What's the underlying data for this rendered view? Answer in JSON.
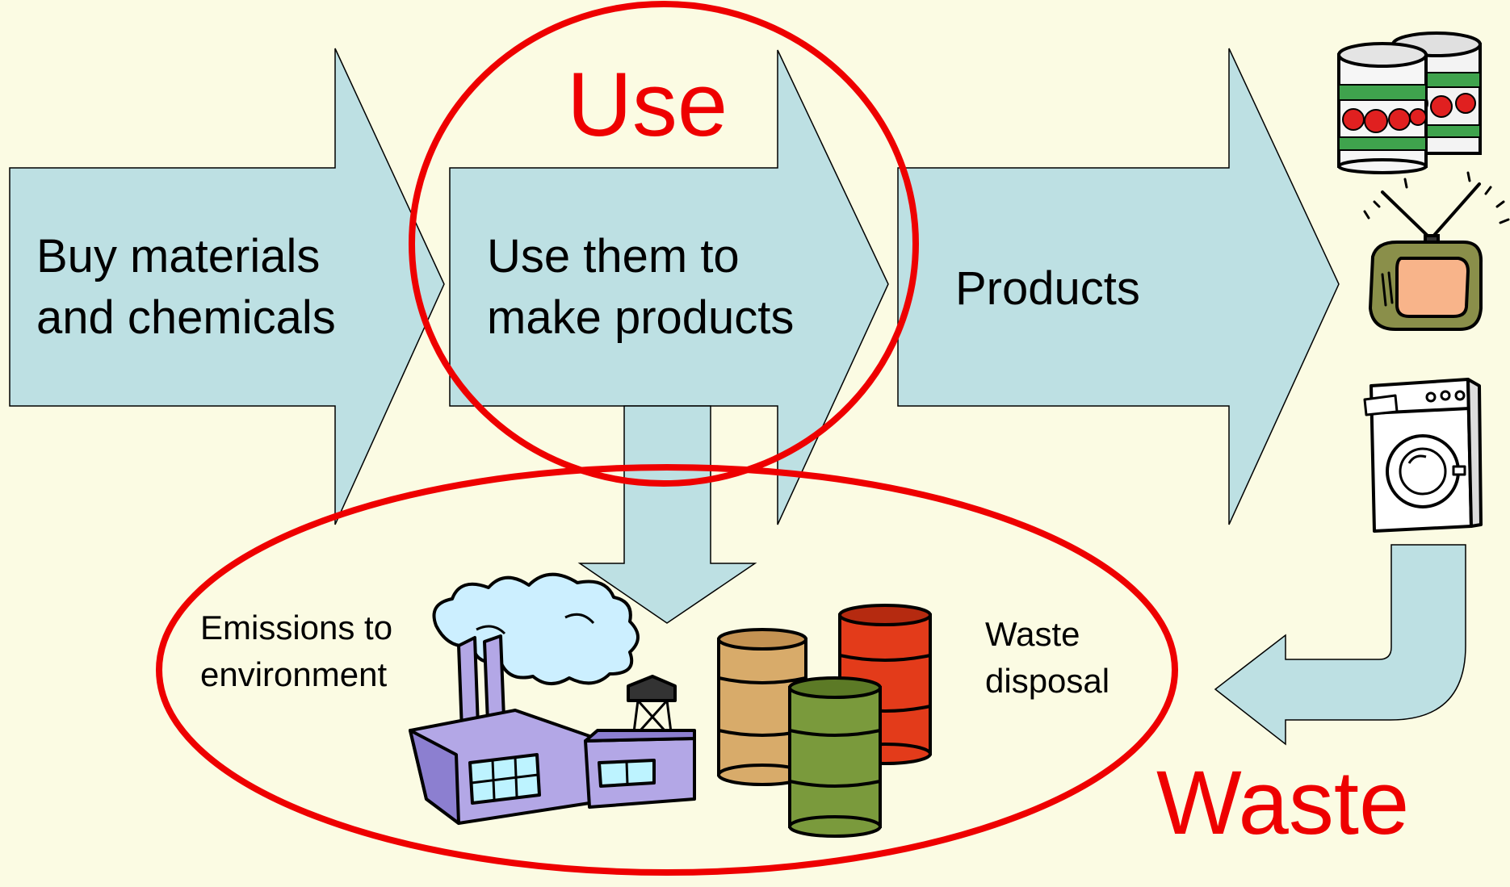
{
  "colors": {
    "background": "#fbfbe3",
    "arrow_fill": "#bde0e3",
    "arrow_stroke": "#000000",
    "highlight": "#ee0000",
    "text": "#000000"
  },
  "flow": [
    {
      "id": "buy",
      "lines": [
        "Buy materials",
        "and chemicals"
      ]
    },
    {
      "id": "use",
      "lines": [
        "Use them to",
        "make products"
      ]
    },
    {
      "id": "products",
      "lines": [
        "Products"
      ]
    }
  ],
  "highlights": {
    "use_label": "Use",
    "waste_label": "Waste"
  },
  "waste_outputs": {
    "emissions": [
      "Emissions to",
      "environment"
    ],
    "disposal": [
      "Waste",
      "disposal"
    ]
  },
  "icons": [
    "tomato-cans-icon",
    "television-icon",
    "washing-machine-icon",
    "factory-icon",
    "oil-barrels-icon"
  ]
}
